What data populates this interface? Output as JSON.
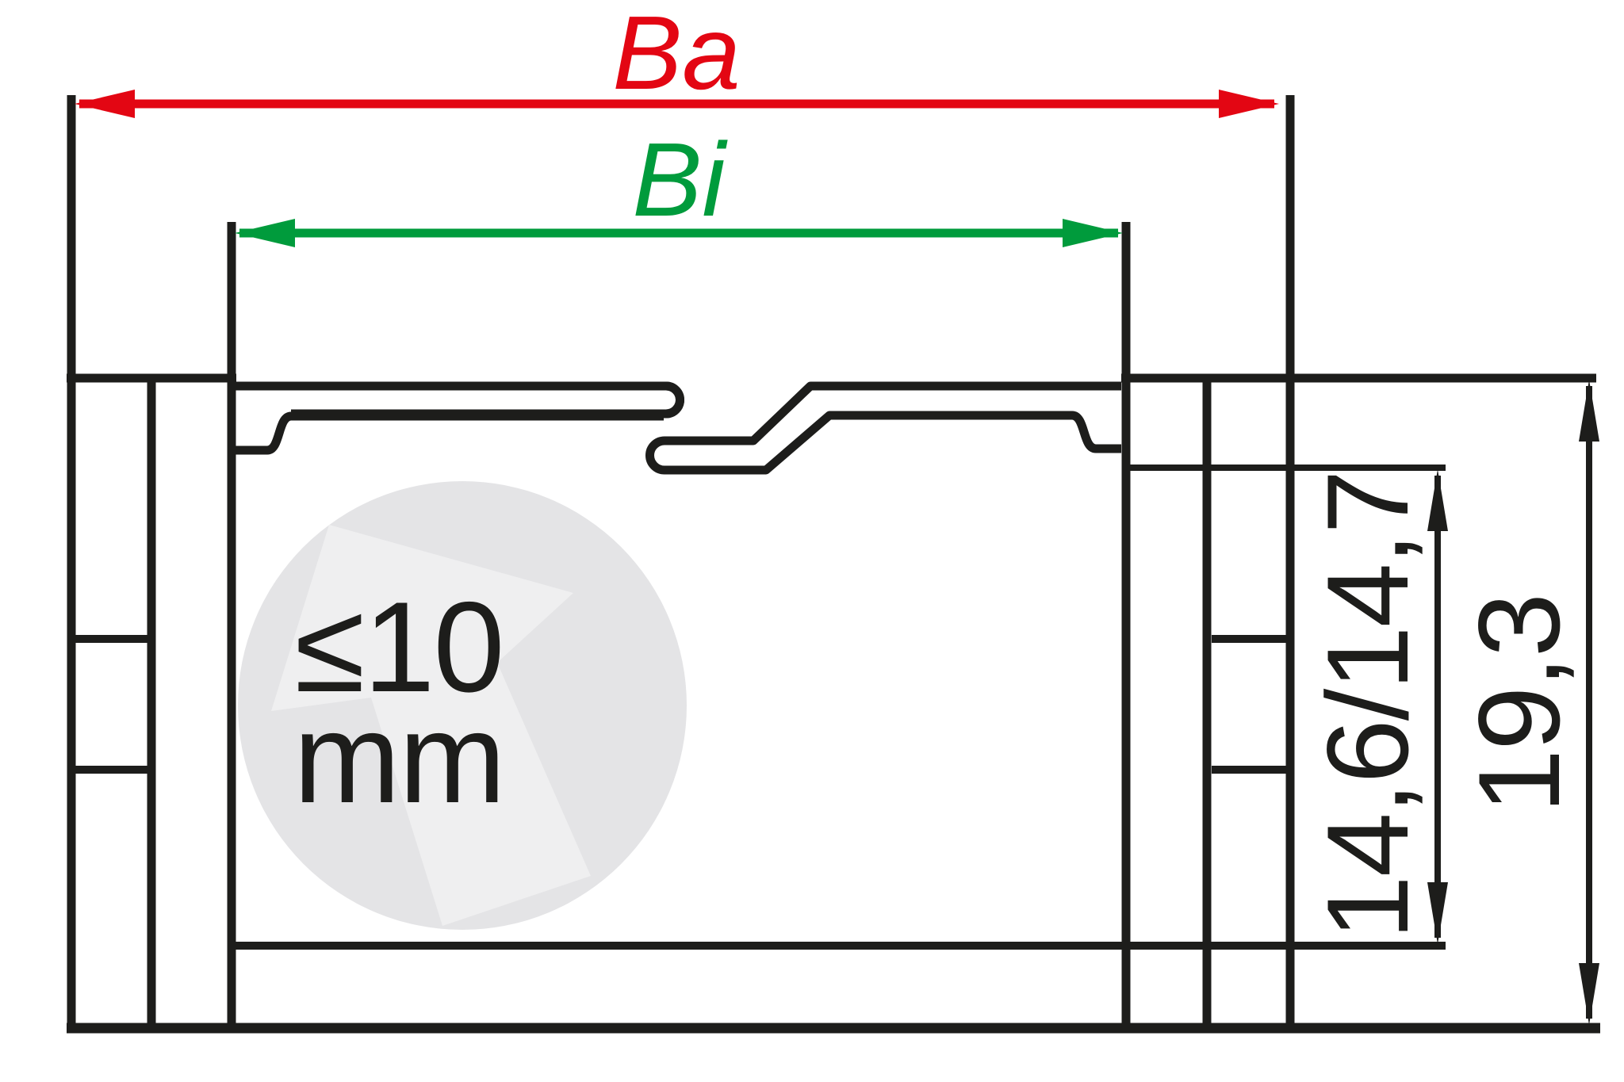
{
  "diagram": {
    "type": "cable-carrier cross-section technical drawing",
    "dimensions": {
      "outer_width_label": "Ba",
      "inner_width_label": "Bi",
      "inner_height_value": "14,6/14,7",
      "outer_height_value": "19,3",
      "max_cable_diameter": "≤10",
      "max_cable_diameter_unit": "mm"
    },
    "colors": {
      "outer_width_arrow": "#e30613",
      "inner_width_arrow": "#009b3c",
      "outline": "#1d1d1b",
      "badge_fill": "#e4e4e6",
      "badge_watermark": "#efeff0"
    }
  }
}
